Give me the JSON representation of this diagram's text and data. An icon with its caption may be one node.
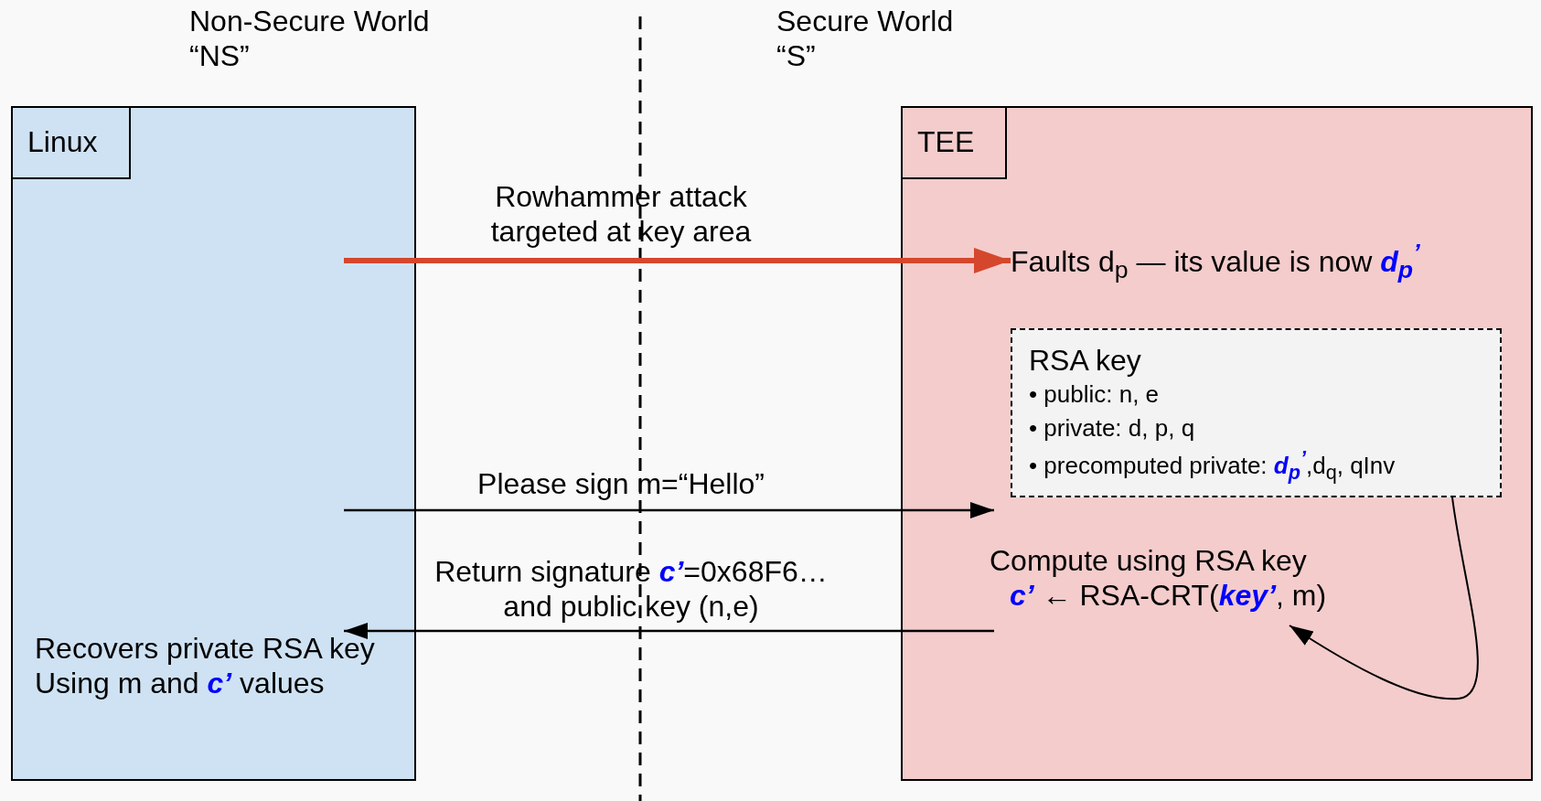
{
  "diagram": {
    "nodes": [
      {
        "text": [
          "Linux"
        ]
      },
      {
        "text": [
          "Recovers private RSA key Using m and **c’** values"
        ],
        "in": 0
      },
      {
        "text": [
          "TEE"
        ]
      },
      {
        "text": [
          "Faults d$_{p}$ — its value is now **d$_{p}$$^{’}$**"
        ],
        "in": 2
      },
      {
        "text": [
          "RSA key",
          "• public: n, e",
          "• private: d, p, q",
          "• precomputed private: **d$_{p}$$^{’}$**,d$_{q}$, qInv"
        ],
        "in": 2
      },
      {
        "text": [
          "Compute using RSA key",
          "**c’** ← RSA-CRT(**key’**, m)"
        ],
        "in": 2
      }
    ],
    "edges": [
      {
        "from": 0,
        "to": 3,
        "arrow": "to",
        "label": "Rowhammer attack targeted at key area",
        "style": "thick",
        "color": "#d5472c"
      },
      {
        "from": 0,
        "to": 5,
        "arrow": "to",
        "label": "Please sign m=“Hello”"
      },
      {
        "from": 5,
        "to": 1,
        "arrow": "to",
        "label": "Return signature **c’**=0x68F6… and public key (n,e)"
      },
      {
        "from": 4,
        "to": 5,
        "arrow": "to"
      }
    ],
    "labels": [
      "Non-Secure World",
      "“NS”",
      "Secure World",
      "“S”"
    ]
  }
}
